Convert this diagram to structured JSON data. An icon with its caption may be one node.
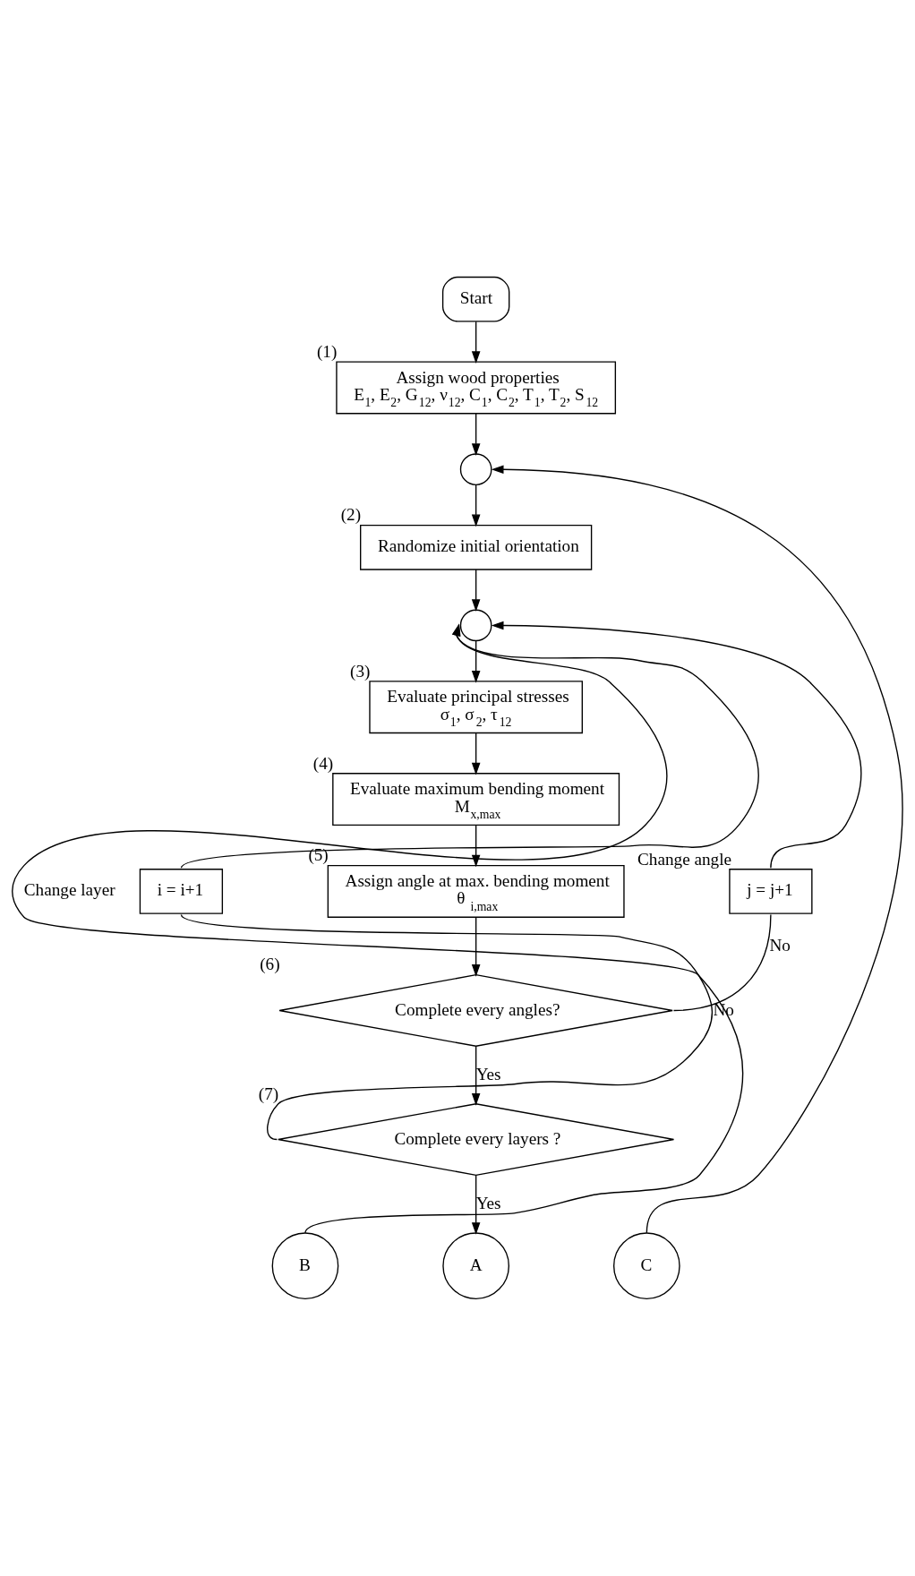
{
  "diagram": {
    "nodes": [
      {
        "text": [
          "Start"
        ]
      },
      {
        "text": [
          "Assign wood properties",
          "E$_{1}$, E$_{2}$, G$_{12}$, ν$_{12}$, C$_{1}$, C$_{2}$, T$_{1}$, T$_{2}$, S$_{12}$"
        ],
        "beside": [
          "(1)"
        ]
      },
      {
        "text": [],
        "shape": "circle"
      },
      {
        "text": [
          "Randomize initial orientation"
        ],
        "beside": [
          "(2)"
        ]
      },
      {
        "text": [],
        "shape": "circle"
      },
      {
        "text": [
          "Evaluate principal stresses",
          "σ$_{1}$, σ$_{2}$, τ$_{12}$"
        ],
        "beside": [
          "(3)"
        ]
      },
      {
        "text": [
          "Evaluate maximum bending moment",
          "M$_{x,max}$"
        ],
        "beside": [
          "(4)"
        ]
      },
      {
        "text": [
          "Assign angle at max. bending moment",
          "θ $_{i,max}$"
        ],
        "beside": [
          "(5)"
        ]
      },
      {
        "text": [
          "Complete every angles?"
        ],
        "beside": [
          "(6)"
        ]
      },
      {
        "text": [
          "Complete every layers ?"
        ],
        "beside": [
          "(7)"
        ]
      },
      {
        "text": [
          "A"
        ]
      },
      {
        "text": [
          "B"
        ]
      },
      {
        "text": [
          "C"
        ]
      },
      {
        "text": [
          "i = i+1"
        ]
      },
      {
        "text": [
          "j = j+1"
        ],
        "beside": [
          "Change angle"
        ]
      }
    ],
    "edges": [
      {
        "from": 0,
        "to": 1,
        "arrow": "to"
      },
      {
        "from": 1,
        "to": 2,
        "arrow": "to"
      },
      {
        "from": 2,
        "to": 3,
        "arrow": "to"
      },
      {
        "from": 3,
        "to": 4,
        "arrow": "to"
      },
      {
        "from": 4,
        "to": 5,
        "arrow": "to"
      },
      {
        "from": 5,
        "to": 6,
        "arrow": "to"
      },
      {
        "from": 6,
        "to": 7,
        "arrow": "to"
      },
      {
        "from": 7,
        "to": 8,
        "arrow": "to"
      },
      {
        "from": 8,
        "to": 9,
        "arrow": "to",
        "label": "Yes"
      },
      {
        "from": 9,
        "to": 10,
        "arrow": "to",
        "label": "Yes"
      },
      {
        "from": 8,
        "to": 14,
        "arrow": "none",
        "label": "No"
      },
      {
        "from": 14,
        "to": 4,
        "arrow": "to"
      },
      {
        "from": 9,
        "to": 13,
        "arrow": "none",
        "label": "No"
      },
      {
        "from": 13,
        "to": 4,
        "arrow": "to"
      },
      {
        "from": 11,
        "to": 4,
        "arrow": "to",
        "label": "Change layer"
      },
      {
        "from": 12,
        "to": 2,
        "arrow": "to"
      }
    ]
  }
}
